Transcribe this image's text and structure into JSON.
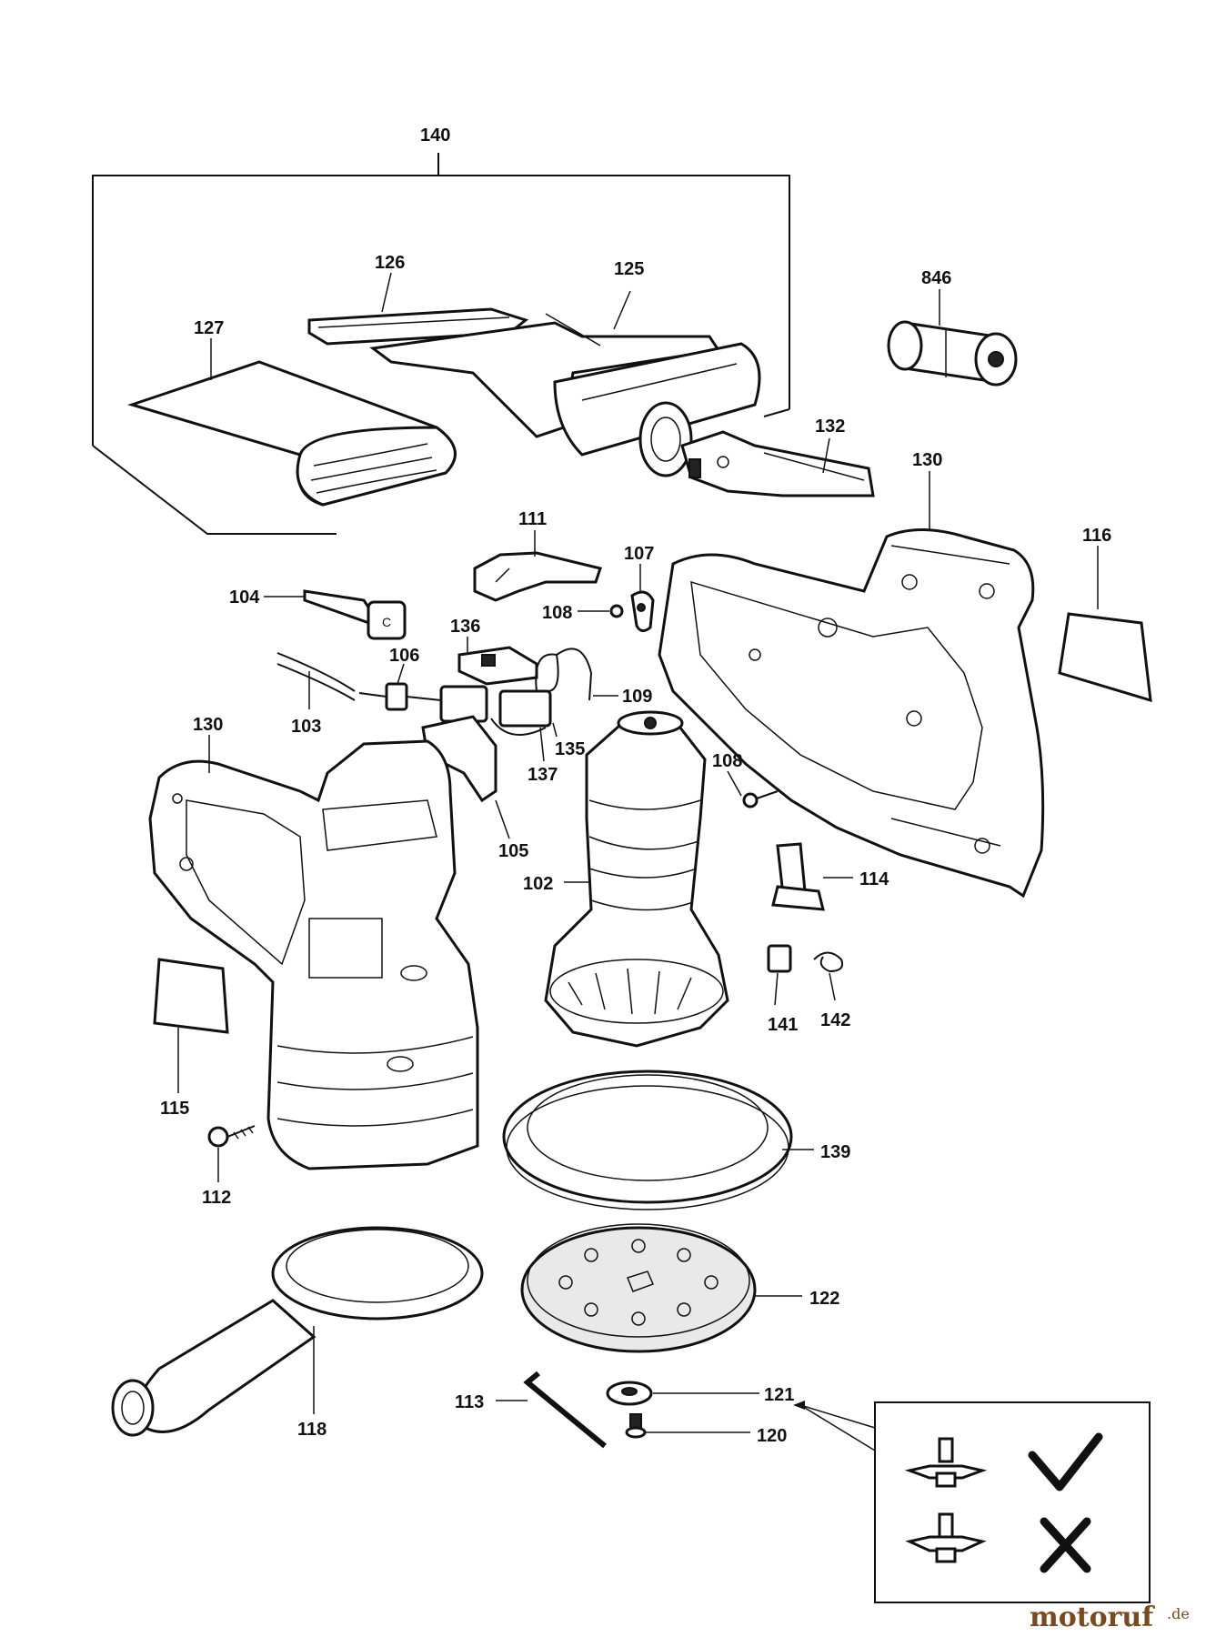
{
  "diagram": {
    "labels": {
      "p140": "140",
      "p126": "126",
      "p125": "125",
      "p846": "846",
      "p127": "127",
      "p132": "132",
      "p130a": "130",
      "p111": "111",
      "p107": "107",
      "p116": "116",
      "p104": "104",
      "p108a": "108",
      "p136": "136",
      "p106": "106",
      "p109": "109",
      "p103": "103",
      "p135": "135",
      "p130b": "130",
      "p137": "137",
      "p108b": "108",
      "p105": "105",
      "p102": "102",
      "p114": "114",
      "p141": "141",
      "p142": "142",
      "p115": "115",
      "p139": "139",
      "p112": "112",
      "p122": "122",
      "p121": "121",
      "p113": "113",
      "p120": "120",
      "p118": "118"
    },
    "legend": {
      "correct_icon": "check-mark-icon",
      "incorrect_icon": "cross-mark-icon"
    }
  },
  "watermark": {
    "brand": "motoruf",
    "suffix": ".de",
    "color": "#7a4a1e"
  }
}
